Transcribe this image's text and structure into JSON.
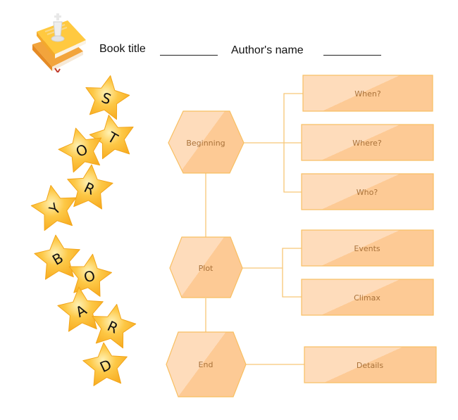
{
  "header": {
    "book_title_label": "Book title",
    "author_label": "Author's name",
    "logo_icon": "books-with-chess-king-icon"
  },
  "title_stars": {
    "letters": [
      "S",
      "T",
      "O",
      "R",
      "Y",
      "B",
      "O",
      "A",
      "R",
      "D"
    ],
    "words": [
      "STORY",
      "BOARD"
    ]
  },
  "stages": [
    {
      "id": "beginning",
      "label": "Beginning",
      "details": [
        "When?",
        "Where?",
        "Who?"
      ]
    },
    {
      "id": "plot",
      "label": "Plot",
      "details": [
        "Events",
        "Climax"
      ]
    },
    {
      "id": "end",
      "label": "End",
      "details": [
        "Details"
      ]
    }
  ],
  "colors": {
    "shape_fill_light": "#fedcbb",
    "shape_fill_dark": "#fdca95",
    "shape_stroke": "#f8bf62",
    "connector": "#f7c677",
    "label_text": "#a9723a",
    "star_fill": "#fbbd32"
  }
}
